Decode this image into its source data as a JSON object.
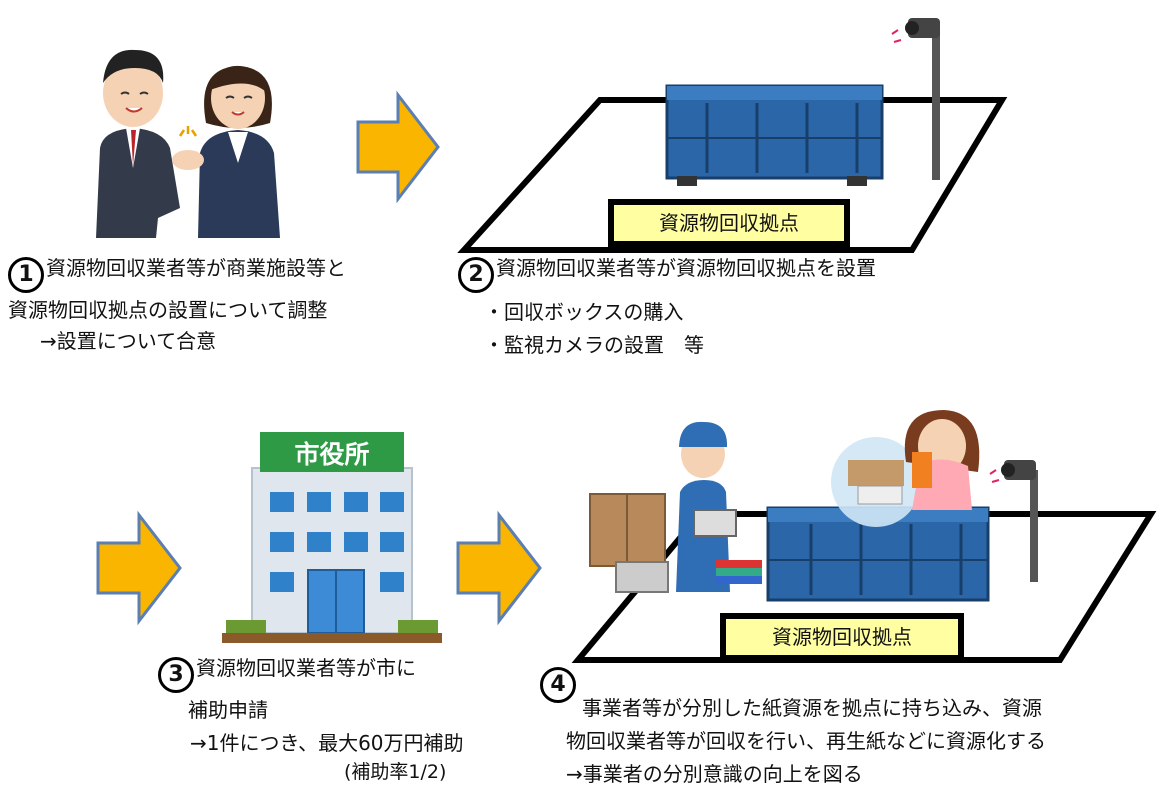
{
  "step1": {
    "number": "1",
    "line1": "資源物回収業者等が商業施設等と",
    "line2": "資源物回収拠点の設置について調整",
    "line3": "→設置について合意"
  },
  "step2": {
    "number": "2",
    "line1": "資源物回収業者等が資源物回収拠点を設置",
    "bullet1": "・回収ボックスの購入",
    "bullet2": "・監視カメラの設置　等",
    "site_label": "資源物回収拠点"
  },
  "step3": {
    "number": "3",
    "line1": "資源物回収業者等が市に",
    "line2": "補助申請",
    "line3": "→1件につき、最大60万円補助",
    "line4": "(補助率1/2)",
    "building_sign": "市役所"
  },
  "step4": {
    "number": "4",
    "line1": "事業者等が分別した紙資源を拠点に持ち込み、資源",
    "line2": "物回収業者等が回収を行い、再生紙などに資源化する",
    "line3": "→事業者の分別意識の向上を図る",
    "site_label": "資源物回収拠点"
  },
  "colors": {
    "arrow_fill": "#f9b500",
    "arrow_stroke": "#5b7fb2",
    "site_label_bg": "#fffea0",
    "container_blue": "#2a66a8",
    "building_sign_green": "#2e9a46"
  }
}
